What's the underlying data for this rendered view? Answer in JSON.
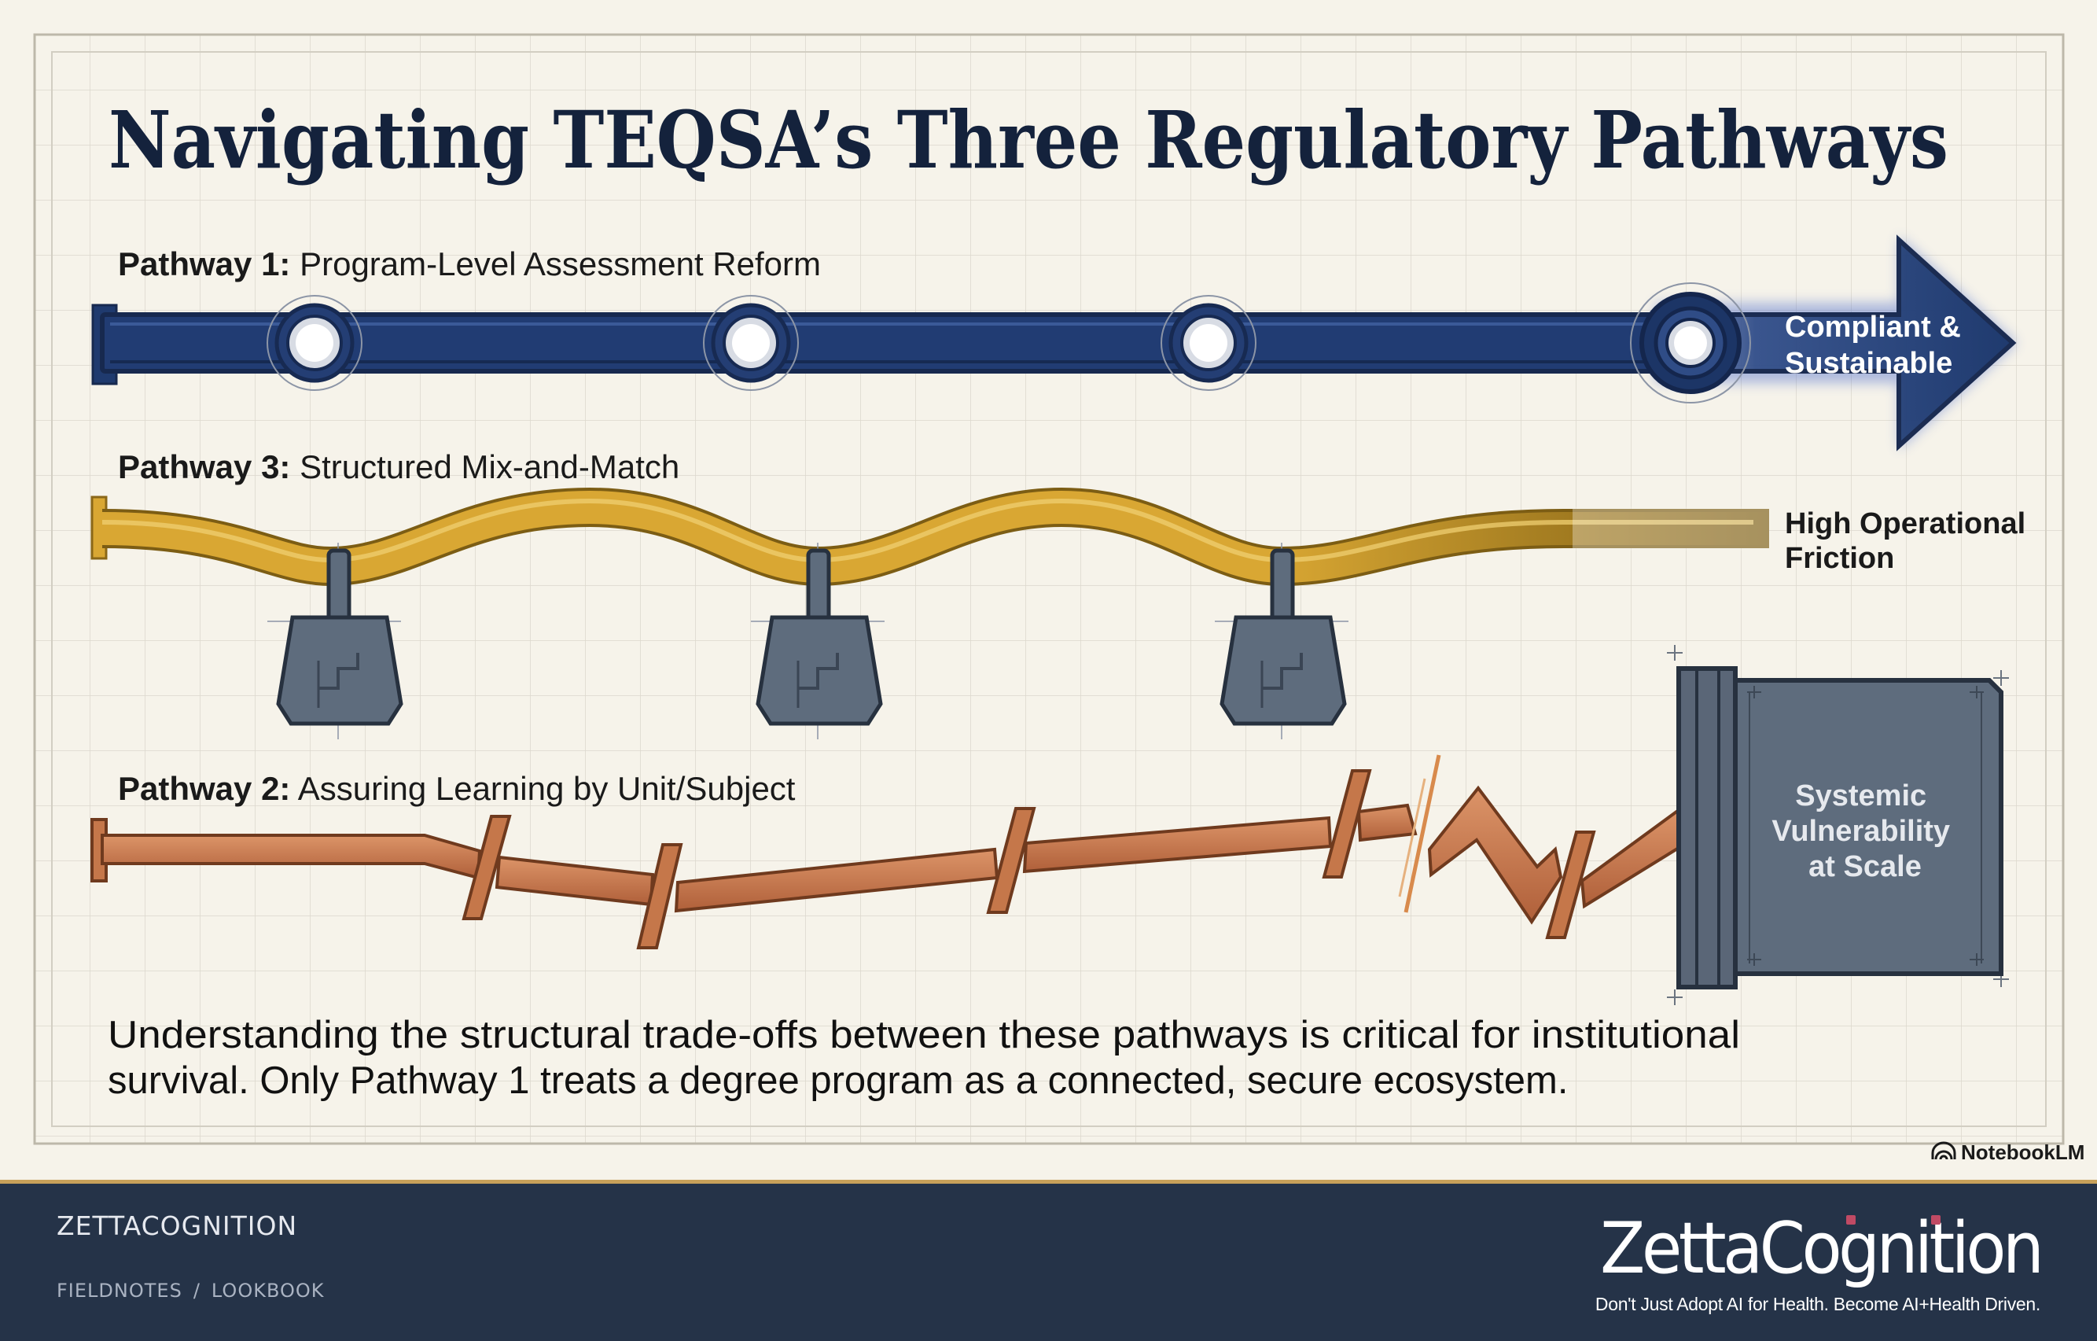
{
  "diagram": {
    "title": "Navigating TEQSA’s Three Regulatory Pathways",
    "pathways": [
      {
        "prefix": "Pathway 1:",
        "name": "Program-Level Assessment Reform",
        "outcome": [
          "Compliant &",
          "Sustainable"
        ]
      },
      {
        "prefix": "Pathway 3:",
        "name": "Structured Mix-and-Match",
        "outcome": [
          "High Operational",
          "Friction"
        ]
      },
      {
        "prefix": "Pathway 2:",
        "name": "Assuring Learning by Unit/Subject",
        "outcome": [
          "Systemic",
          "Vulnerability",
          "at Scale"
        ]
      }
    ],
    "caption": [
      "Understanding the structural trade-offs between these pathways is critical for institutional",
      "survival. Only Pathway 1 treats a degree program as a connected, secure ecosystem."
    ],
    "watermark": "NotebookLM",
    "colors": {
      "navy": "#1f3a6e",
      "gold": "#d9a733",
      "copper": "#c5774a",
      "steel": "#5e6c7d",
      "paper": "#f6f3ea",
      "ink": "#14223c"
    }
  },
  "footer": {
    "brand": "ZETTACOGNITION",
    "breadcrumb": [
      "FIELDNOTES",
      "LOOKBOOK"
    ],
    "breadcrumb_separator": "/",
    "logo_word": "ZettaCognition",
    "logo_tagline": "Don't Just Adopt AI for Health. Become AI+Health Driven."
  }
}
